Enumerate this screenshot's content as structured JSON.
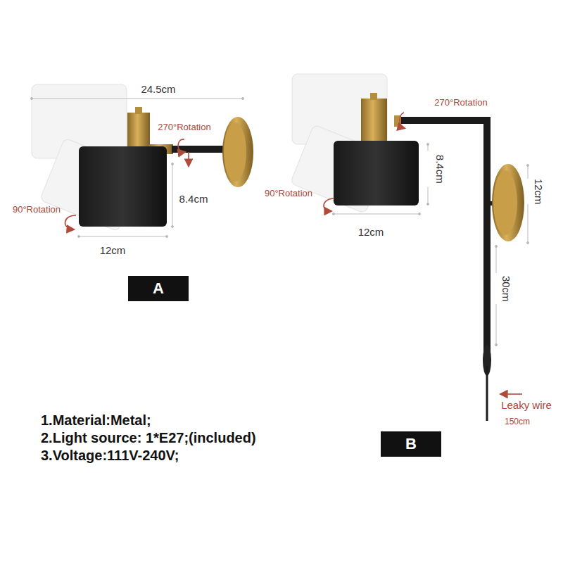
{
  "diagram": {
    "nodes": [
      {
        "text": [
          "A"
        ]
      },
      {
        "text": [
          "B"
        ]
      }
    ],
    "labels": [
      "24.5cm",
      "270°Rotation",
      "90°Rotation",
      "8.4cm",
      "12cm",
      "270°Rotation",
      "90°Rotation",
      "8.4cm",
      "12cm",
      "12cm",
      "30cm",
      "Leaky wire",
      "150cm",
      "1.Material:Metal;",
      "2.Light source: 1*E27;(included)",
      "3.Voltage:111V-240V;"
    ]
  }
}
